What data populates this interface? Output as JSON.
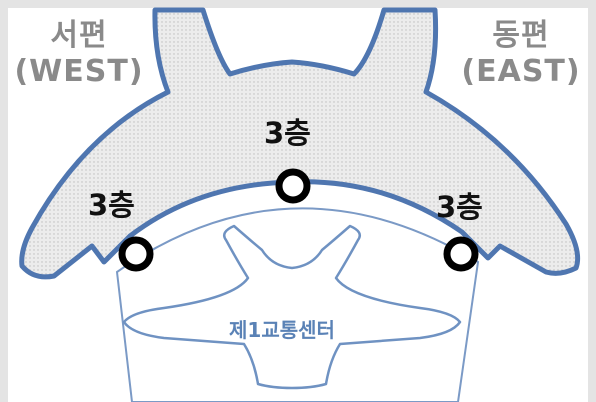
{
  "map": {
    "west_wing": {
      "name": "서편",
      "sub": "(WEST)"
    },
    "east_wing": {
      "name": "동편",
      "sub": "(EAST)"
    },
    "markers": [
      {
        "label": "3층"
      },
      {
        "label": "3층"
      },
      {
        "label": "3층"
      }
    ],
    "center_building": {
      "label": "제1교통센터"
    },
    "colors": {
      "outline": "#5b81b8",
      "band_fill": "#e6e6e6",
      "canvas": "#ffffff",
      "marker_ring": "#000000",
      "text_gray": "#8a8a8a",
      "center_text": "#5a82b6"
    }
  }
}
